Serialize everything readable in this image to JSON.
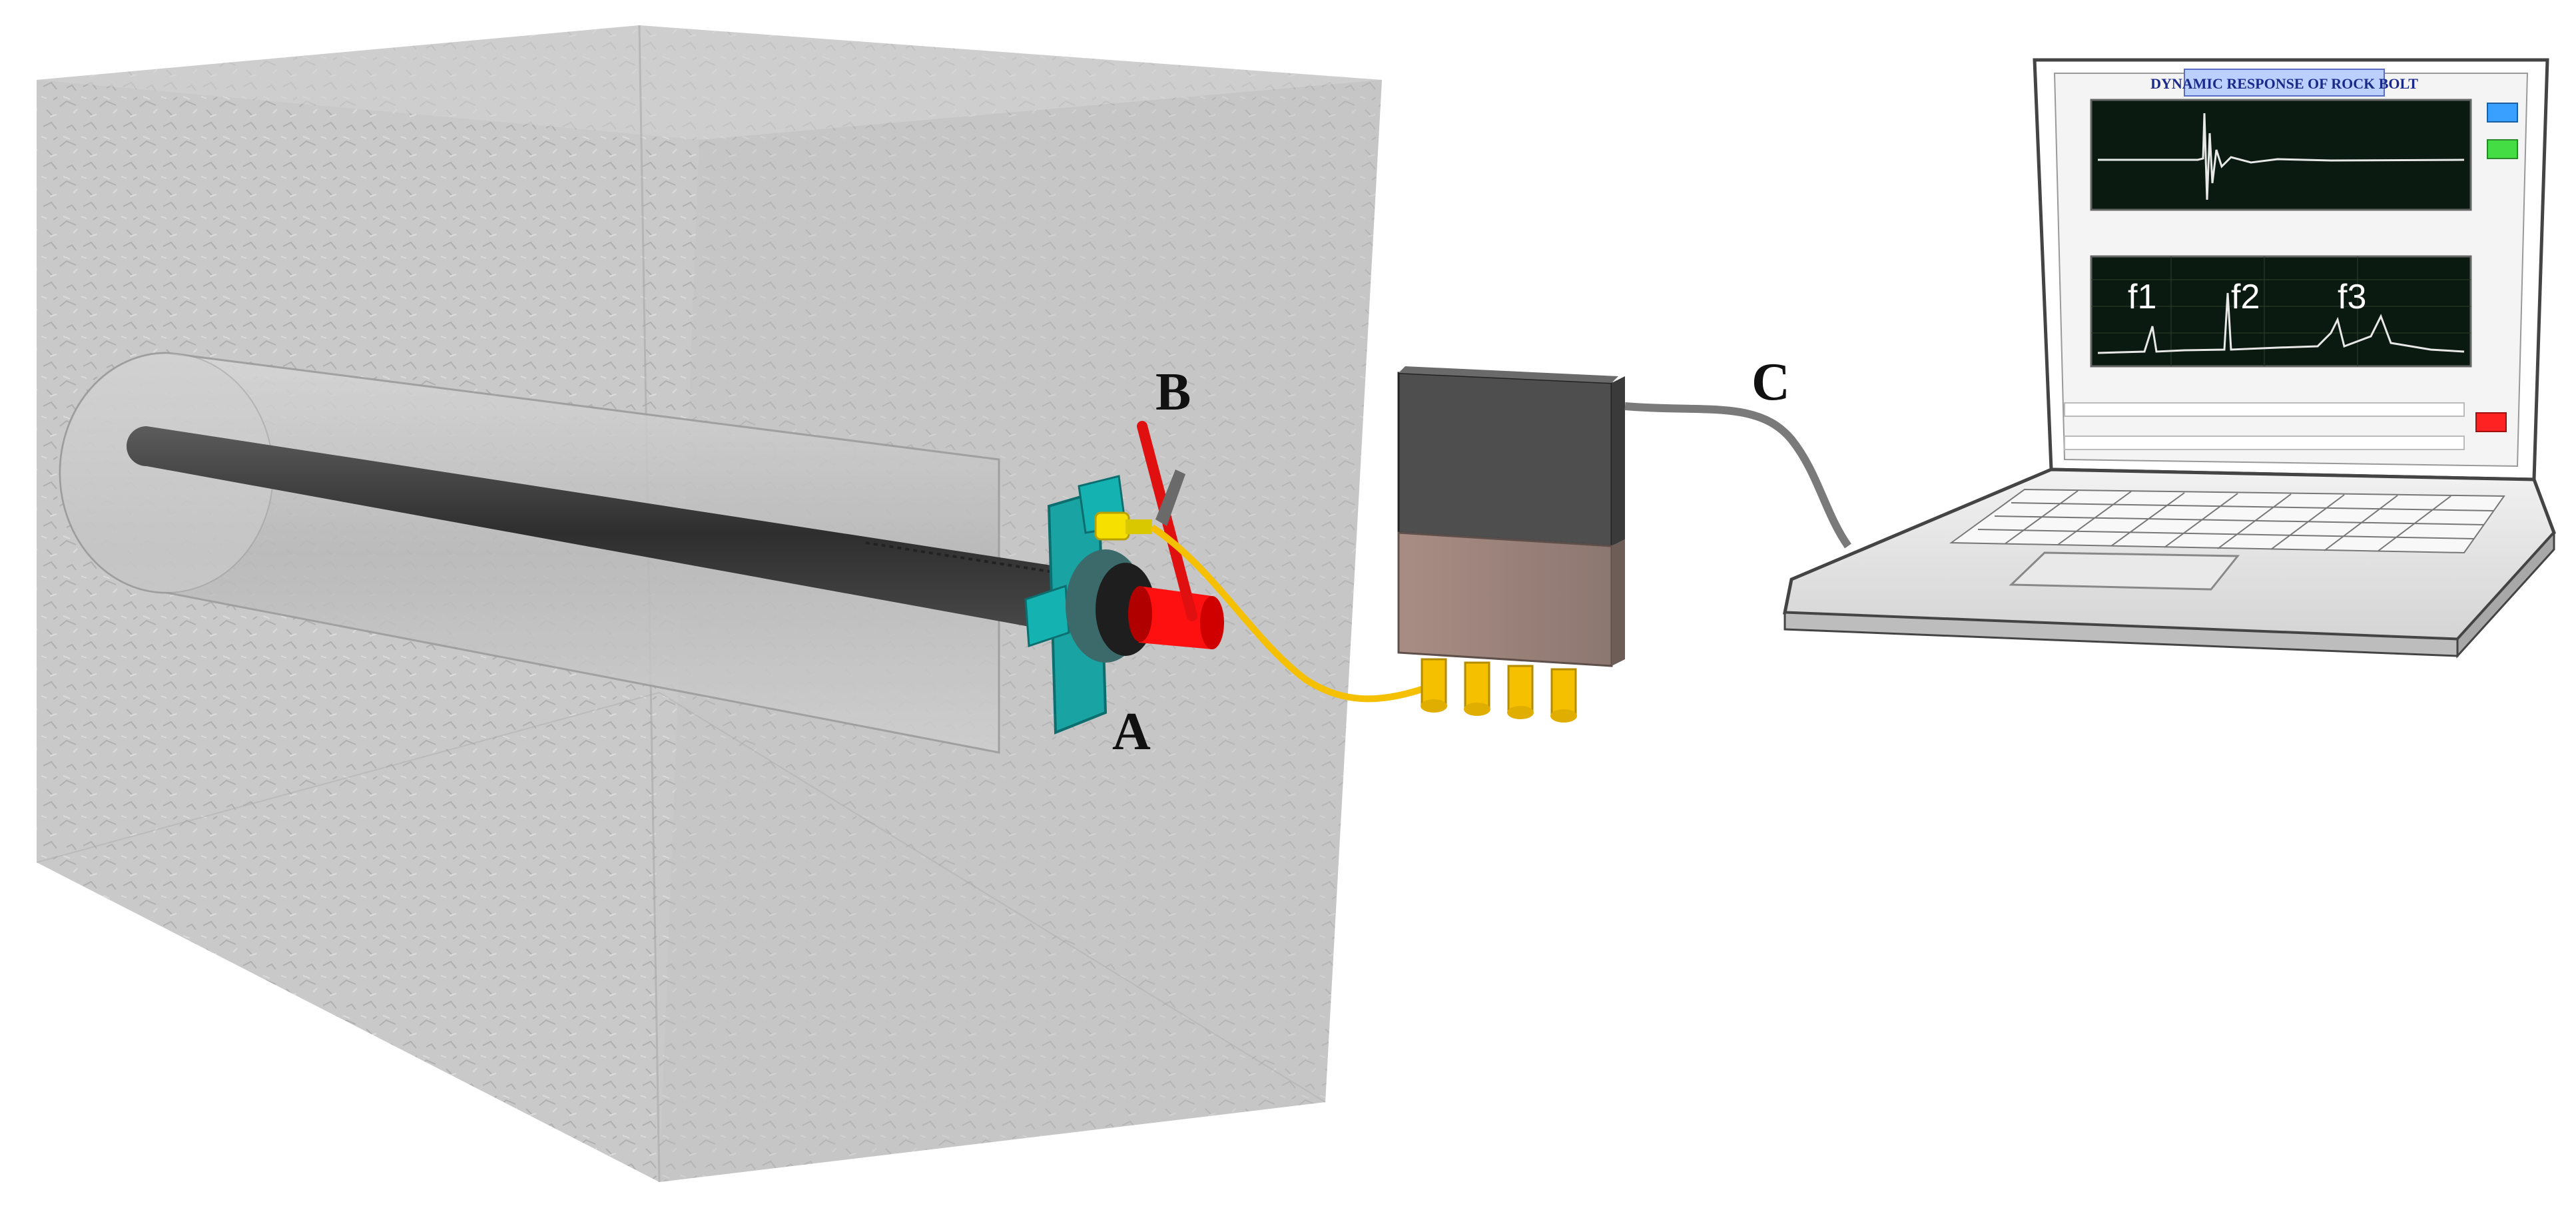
{
  "labels": {
    "hammer": "B",
    "sensor": "A",
    "cable": "C"
  },
  "software": {
    "title": "DYNAMIC RESPONSE OF ROCK BOLT",
    "peaks": [
      "f1",
      "f2",
      "f3"
    ]
  },
  "colors": {
    "rock": "#bdbdbd",
    "bolt": "#3a3a3a",
    "bolt_head": "#ff1010",
    "plate": "#1aa3a3",
    "cable": "#f5c000",
    "daq_top": "#505050",
    "daq_bottom": "#9a8279",
    "connector": "#f5c000",
    "laptop_body": "#e6e6e6",
    "plot_bg": "#0a1a10",
    "trace": "#e8e8e8",
    "btn_blue": "#3aa0ff",
    "btn_green": "#44dd44",
    "btn_red": "#ff2222"
  },
  "icons": [
    "rock-block",
    "rock-bolt",
    "bearing-plate",
    "impact-hammer",
    "accelerometer",
    "daq-box",
    "laptop"
  ]
}
